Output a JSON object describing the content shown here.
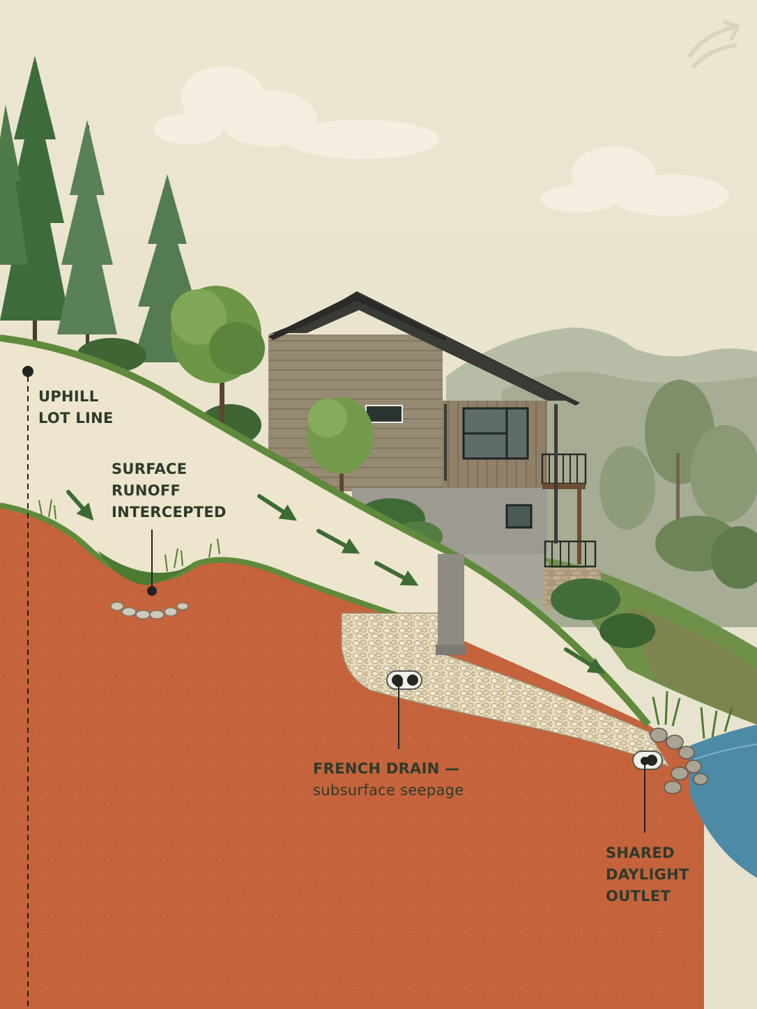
{
  "labels": {
    "uphill": [
      "UPHILL",
      "LOT LINE"
    ],
    "runoff": [
      "SURFACE",
      "RUNOFF",
      "INTERCEPTED"
    ],
    "french_drain": [
      "FRENCH DRAIN —",
      "subsurface seepage"
    ],
    "outlet": [
      "SHARED",
      "DAYLIGHT",
      "OUTLET"
    ]
  },
  "colors": {
    "sky": "#efe8d6",
    "subsoil": "#c4633c",
    "topsoil": "#ede5cd",
    "grass": "#5f8a3c",
    "gravel": "#e8dcc0",
    "water": "#4d8aa6",
    "label_text": "#2f3a2b",
    "arrow": "#3d6b35"
  },
  "icons": [
    "watermark-logo-icon",
    "flow-arrow-icon",
    "drain-pipe-icon",
    "conifer-tree-icon",
    "deciduous-tree-icon"
  ]
}
